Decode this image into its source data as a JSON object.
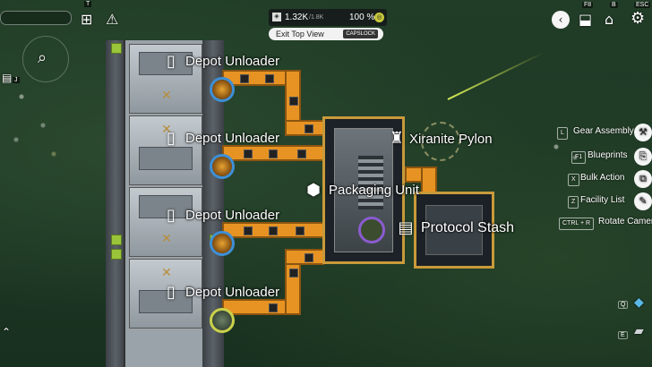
{
  "hud": {
    "resource_value": "1.32K",
    "resource_cap": "/1.8K",
    "percent": "100 %",
    "exit_label": "Exit Top View",
    "exit_key": "CAPSLOCK",
    "key_t": "T",
    "key_f8": "F8",
    "key_b": "B",
    "key_esc": "ESC",
    "key_j": "J",
    "key_q": "Q",
    "key_e": "E"
  },
  "labels": {
    "depot_unloader": "Depot Unloader",
    "packaging_unit": "Packaging Unit",
    "xiranite_pylon": "Xiranite Pylon",
    "protocol_stash": "Protocol Stash"
  },
  "menu": [
    {
      "key": "L",
      "label": "Gear Assembly",
      "icon": "gear-assembly-icon"
    },
    {
      "key": "F1",
      "label": "Blueprints",
      "icon": "blueprints-icon"
    },
    {
      "key": "X",
      "label": "Bulk Action",
      "icon": "bulk-action-icon"
    },
    {
      "key": "Z",
      "label": "Facility List",
      "icon": "facility-list-icon"
    },
    {
      "key": "CTRL + R",
      "label": "Rotate Camera",
      "icon": "rotate-camera-icon"
    }
  ],
  "colors": {
    "belt": "#e79323",
    "frame": "#c99a3a",
    "node_blue": "#3d8fd6",
    "grass": "#1f3a26"
  }
}
